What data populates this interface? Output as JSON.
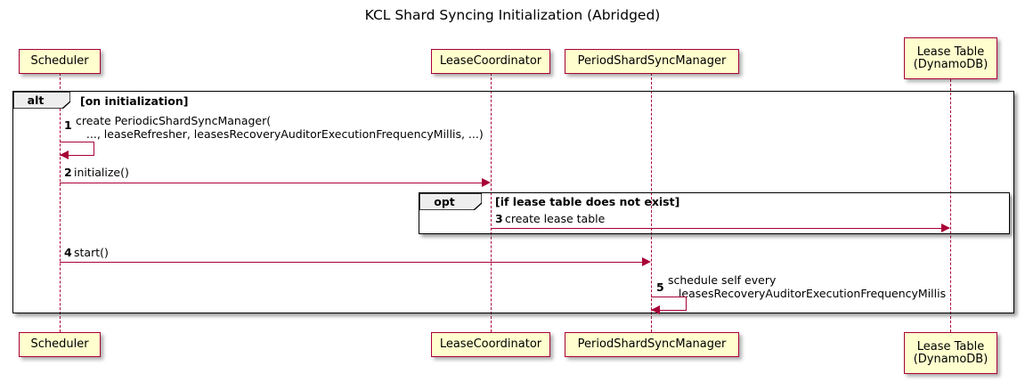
{
  "diagram": {
    "title": "KCL Shard Syncing Initialization (Abridged)",
    "type": "sequence-diagram",
    "colors": {
      "participant_fill": "#FEFECE",
      "participant_border": "#A80036",
      "arrow": "#A80036",
      "frame_border": "#000000",
      "text": "#000000",
      "background": "#FFFFFF"
    }
  },
  "participants": [
    {
      "id": "scheduler",
      "label": "Scheduler"
    },
    {
      "id": "lease-coordinator",
      "label": "LeaseCoordinator"
    },
    {
      "id": "period-shard-sync-manager",
      "label": "PeriodShardSyncManager"
    },
    {
      "id": "lease-table",
      "label": "Lease Table\n(DynamoDB)"
    }
  ],
  "frames": [
    {
      "id": "alt-frame",
      "operator": "alt",
      "condition": "[on initialization]"
    },
    {
      "id": "opt-frame",
      "operator": "opt",
      "condition": "[if lease table does not exist]"
    }
  ],
  "messages": [
    {
      "number": "1",
      "text": "create PeriodicShardSyncManager(\n   ..., leaseRefresher, leasesRecoveryAuditorExecutionFrequencyMillis, ...)",
      "from": "scheduler",
      "to": "scheduler",
      "self": true
    },
    {
      "number": "2",
      "text": "initialize()",
      "from": "scheduler",
      "to": "lease-coordinator",
      "self": false
    },
    {
      "number": "3",
      "text": "create lease table",
      "from": "lease-coordinator",
      "to": "lease-table",
      "self": false
    },
    {
      "number": "4",
      "text": "start()",
      "from": "scheduler",
      "to": "period-shard-sync-manager",
      "self": false
    },
    {
      "number": "5",
      "text": "schedule self every\n   leasesRecoveryAuditorExecutionFrequencyMillis",
      "from": "period-shard-sync-manager",
      "to": "period-shard-sync-manager",
      "self": true
    }
  ]
}
